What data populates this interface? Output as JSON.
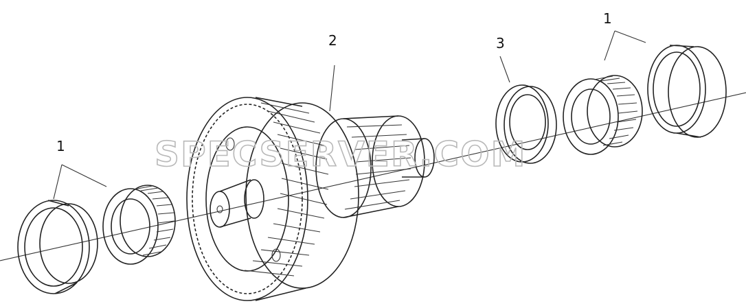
{
  "diagram": {
    "callouts": [
      {
        "id": "bearing-left",
        "text": "1"
      },
      {
        "id": "gear-shaft",
        "text": "2"
      },
      {
        "id": "spacer-ring",
        "text": "3"
      },
      {
        "id": "bearing-right",
        "text": "1"
      }
    ],
    "watermark": "SPECSERVER.COM"
  }
}
